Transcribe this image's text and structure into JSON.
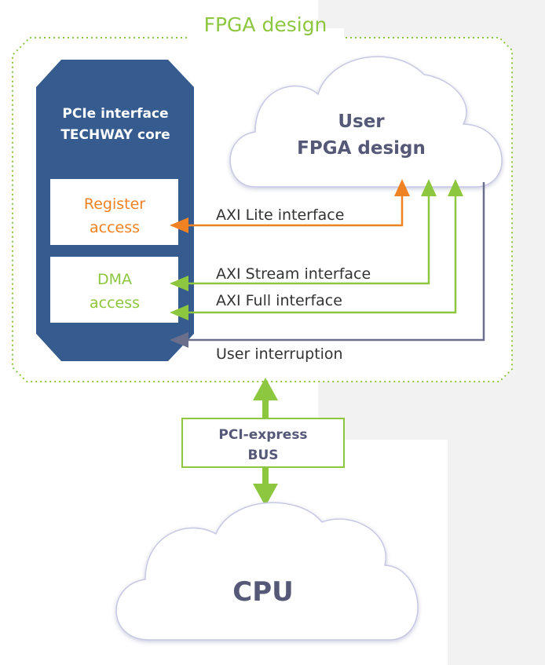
{
  "title": "FPGA design",
  "core": {
    "line1": "PCIe interface",
    "line2": "TECHWAY core"
  },
  "register_box": {
    "line1": "Register",
    "line2": "access"
  },
  "dma_box": {
    "line1": "DMA",
    "line2": "access"
  },
  "user_cloud": {
    "line1": "User",
    "line2": "FPGA design"
  },
  "interfaces": {
    "axi_lite": "AXI Lite interface",
    "axi_stream": "AXI Stream interface",
    "axi_full": "AXI Full interface",
    "user_irq": "User interruption"
  },
  "bus": {
    "line1": "PCI-express",
    "line2": "BUS"
  },
  "cpu": "CPU",
  "colors": {
    "green": "#8dc63f",
    "orange": "#f08223",
    "navy": "#355b8f",
    "slate": "#6b6f8b",
    "text_dark": "#555877",
    "text_gray": "#333333"
  }
}
